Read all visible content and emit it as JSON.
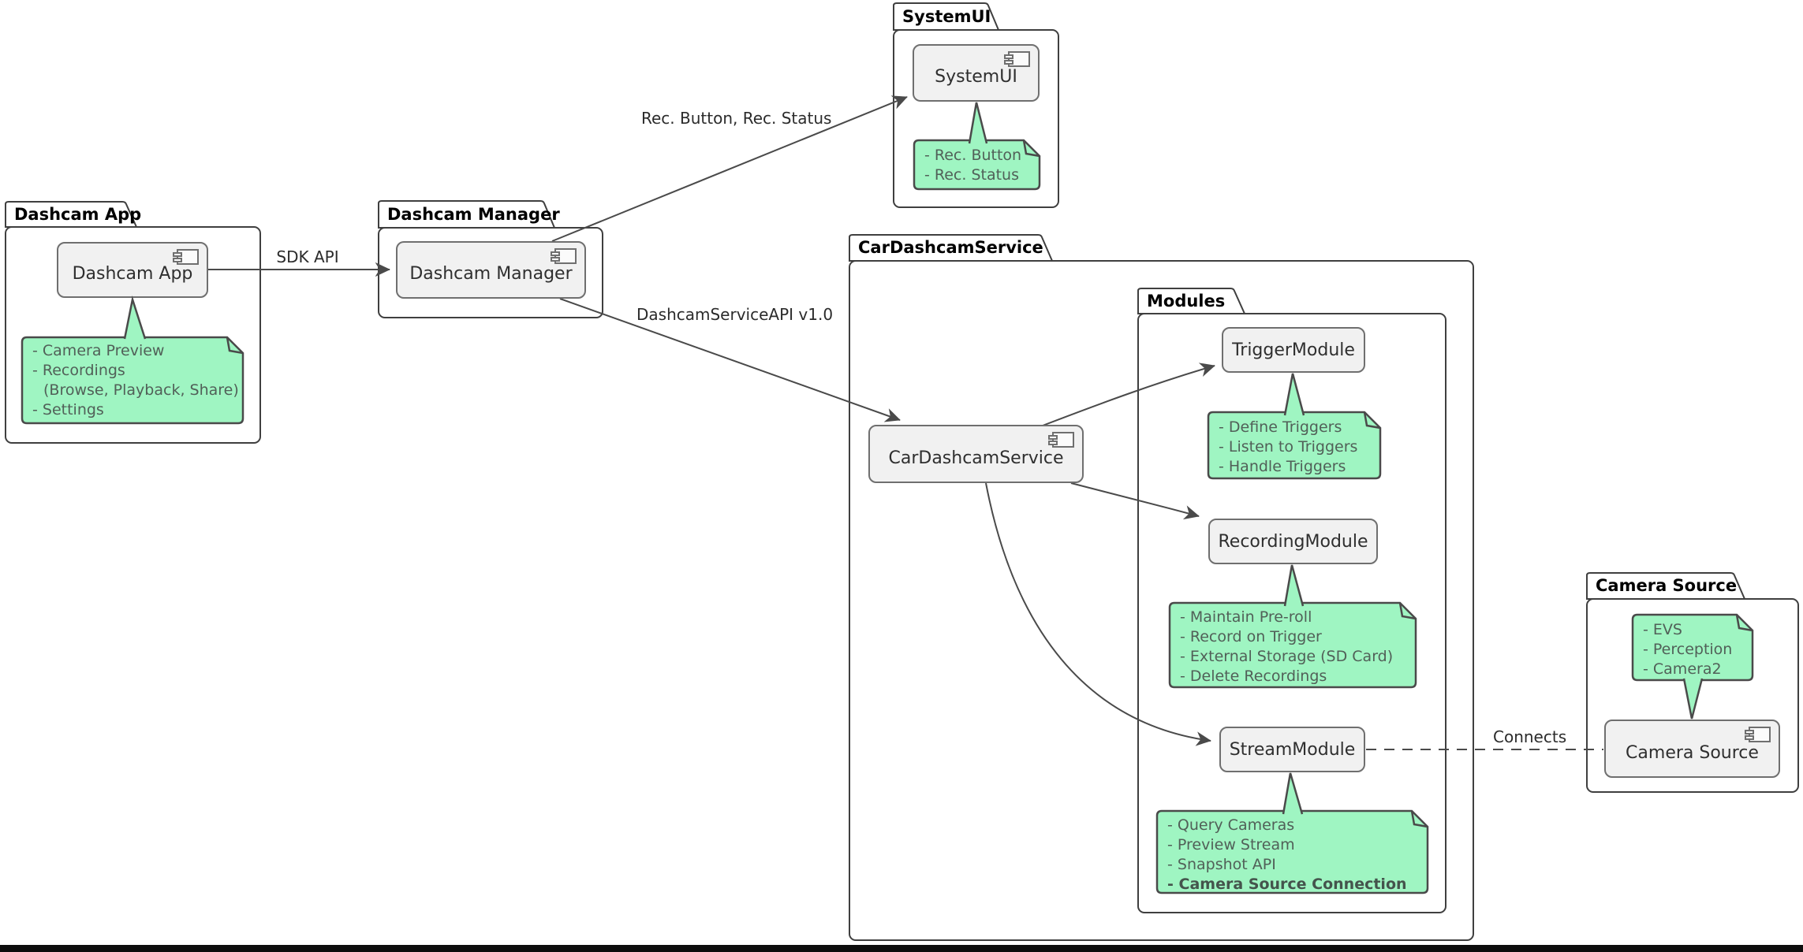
{
  "diagram_type": "uml-component-diagram",
  "colors": {
    "background": "#FFFFFF",
    "package_border": "#3F3F3F",
    "package_fill": "#FFFFFF",
    "component_fill": "#F1F1F1",
    "component_border": "#6F6F6F",
    "note_fill": "#9FF5C2",
    "note_border": "#4A4A4A",
    "note_text": "#516058",
    "arrow": "#4A4A4A",
    "bottom_bar": "#0D0D0D"
  },
  "packages": {
    "dashcam_app": {
      "title": "Dashcam App"
    },
    "dashcam_manager": {
      "title": "Dashcam Manager"
    },
    "systemui": {
      "title": "SystemUI"
    },
    "car_dashcam_service": {
      "title": "CarDashcamService"
    },
    "modules": {
      "title": "Modules"
    },
    "camera_source": {
      "title": "Camera Source"
    }
  },
  "components": {
    "dashcam_app": {
      "label": "Dashcam App"
    },
    "dashcam_manager": {
      "label": "Dashcam Manager"
    },
    "systemui": {
      "label": "SystemUI"
    },
    "car_dashcam_service": {
      "label": "CarDashcamService"
    },
    "trigger_module": {
      "label": "TriggerModule"
    },
    "recording_module": {
      "label": "RecordingModule"
    },
    "stream_module": {
      "label": "StreamModule"
    },
    "camera_source": {
      "label": "Camera Source"
    }
  },
  "notes": {
    "dashcam_app": {
      "lines": [
        "- Camera Preview",
        "- Recordings",
        "(Browse, Playback, Share)",
        "- Settings"
      ]
    },
    "systemui": {
      "lines": [
        "- Rec. Button",
        "- Rec. Status"
      ]
    },
    "trigger": {
      "lines": [
        "- Define Triggers",
        "- Listen to Triggers",
        "- Handle Triggers"
      ]
    },
    "recording": {
      "lines": [
        "- Maintain Pre-roll",
        "- Record on Trigger",
        "- External Storage (SD Card)",
        "- Delete Recordings"
      ]
    },
    "stream": {
      "lines": [
        "- Query Cameras",
        "- Preview Stream",
        "- Snapshot API",
        "- Camera Source Connection"
      ]
    },
    "camera_source": {
      "lines": [
        "- EVS",
        "- Perception",
        "- Camera2"
      ]
    }
  },
  "edges": {
    "sdk_api": {
      "label": "SDK API",
      "from": "Dashcam App",
      "to": "Dashcam Manager",
      "style": "solid-arrow"
    },
    "rec_button_status": {
      "label": "Rec. Button, Rec. Status",
      "from": "Dashcam Manager",
      "to": "SystemUI",
      "style": "solid-arrow"
    },
    "dashcam_service_api": {
      "label": "DashcamServiceAPI v1.0",
      "from": "Dashcam Manager",
      "to": "CarDashcamService",
      "style": "solid-arrow"
    },
    "service_to_trigger": {
      "label": "",
      "from": "CarDashcamService",
      "to": "TriggerModule",
      "style": "solid-arrow"
    },
    "service_to_recording": {
      "label": "",
      "from": "CarDashcamService",
      "to": "RecordingModule",
      "style": "solid-arrow"
    },
    "service_to_stream": {
      "label": "",
      "from": "CarDashcamService",
      "to": "StreamModule",
      "style": "solid-arrow"
    },
    "connects": {
      "label": "Connects",
      "from": "StreamModule",
      "to": "Camera Source",
      "style": "dashed"
    }
  }
}
